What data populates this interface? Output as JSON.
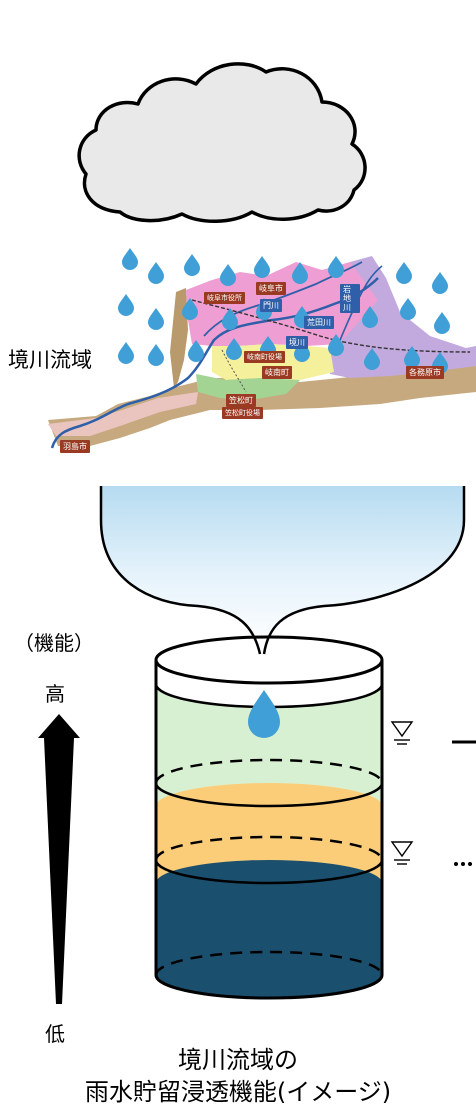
{
  "labels": {
    "basin": "境川流域",
    "function_label": "（機能）",
    "high": "高",
    "low": "低",
    "caption_line1": "境川流域の",
    "caption_line2": "雨水貯留浸透機能(イメージ)"
  },
  "map_labels": {
    "gifu_city": "岐阜市",
    "gifu_city_office": "岐阜市役所",
    "hashima_city": "羽島市",
    "kasamatsu_town": "笠松町",
    "kasamatsu_office": "笠松町役場",
    "kakamigahara_city": "各務原市",
    "ginan_town": "岐南町",
    "ginan_office": "岐南町役場",
    "river_arata": "荒田川",
    "river_sakai": "境川",
    "river_iwachi": "岩地川",
    "river_kado": "門川"
  },
  "colors": {
    "cloud_fill": "#e9e9ea",
    "rain_drop": "#3f9fd6",
    "funnel_top": "#b7dcf1",
    "layer_top": "#d8f0d2",
    "layer_middle": "#fbcd79",
    "layer_bottom": "#1b4f6e",
    "map_pink": "#ee9ed2",
    "map_purple": "#c2aadf",
    "map_yellow": "#f4f09b",
    "map_green": "#a4d493",
    "map_ground": "#c6a97f"
  }
}
